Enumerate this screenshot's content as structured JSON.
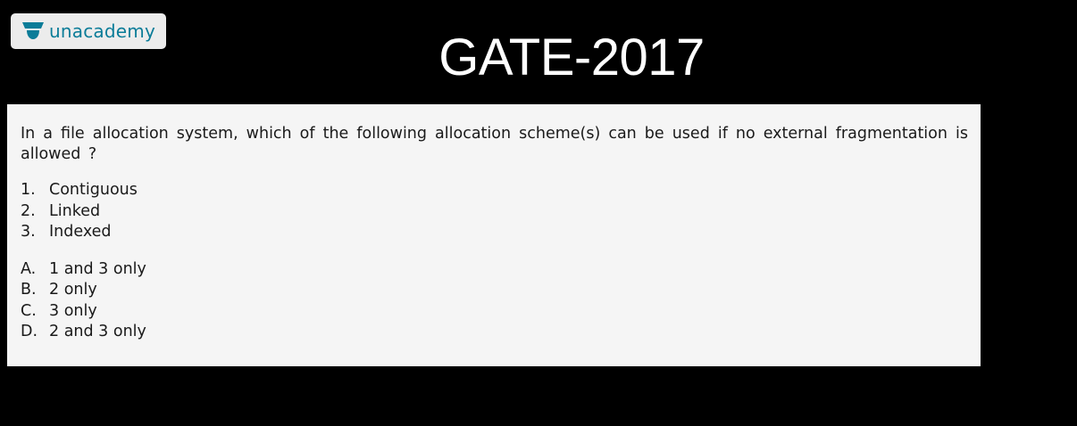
{
  "brand": {
    "name": "unacademy",
    "colors": {
      "text": "#0a7c98",
      "badge_background": "#ececec",
      "icon": "#0a7c98"
    },
    "icon": "graduation-cap-icon"
  },
  "slide": {
    "title": "GATE-2017",
    "background": "#000000",
    "title_color": "#ffffff"
  },
  "question": {
    "text": "In a file allocation system, which of the following allocation scheme(s) can be used if no external fragmentation is allowed ?",
    "statements": [
      {
        "marker": "1.",
        "text": "Contiguous"
      },
      {
        "marker": "2.",
        "text": "Linked"
      },
      {
        "marker": "3.",
        "text": "Indexed"
      }
    ],
    "options": [
      {
        "marker": "A.",
        "text": "1 and 3 only"
      },
      {
        "marker": "B.",
        "text": "2 only"
      },
      {
        "marker": "C.",
        "text": "3 only"
      },
      {
        "marker": "D.",
        "text": "2 and 3 only"
      }
    ]
  }
}
